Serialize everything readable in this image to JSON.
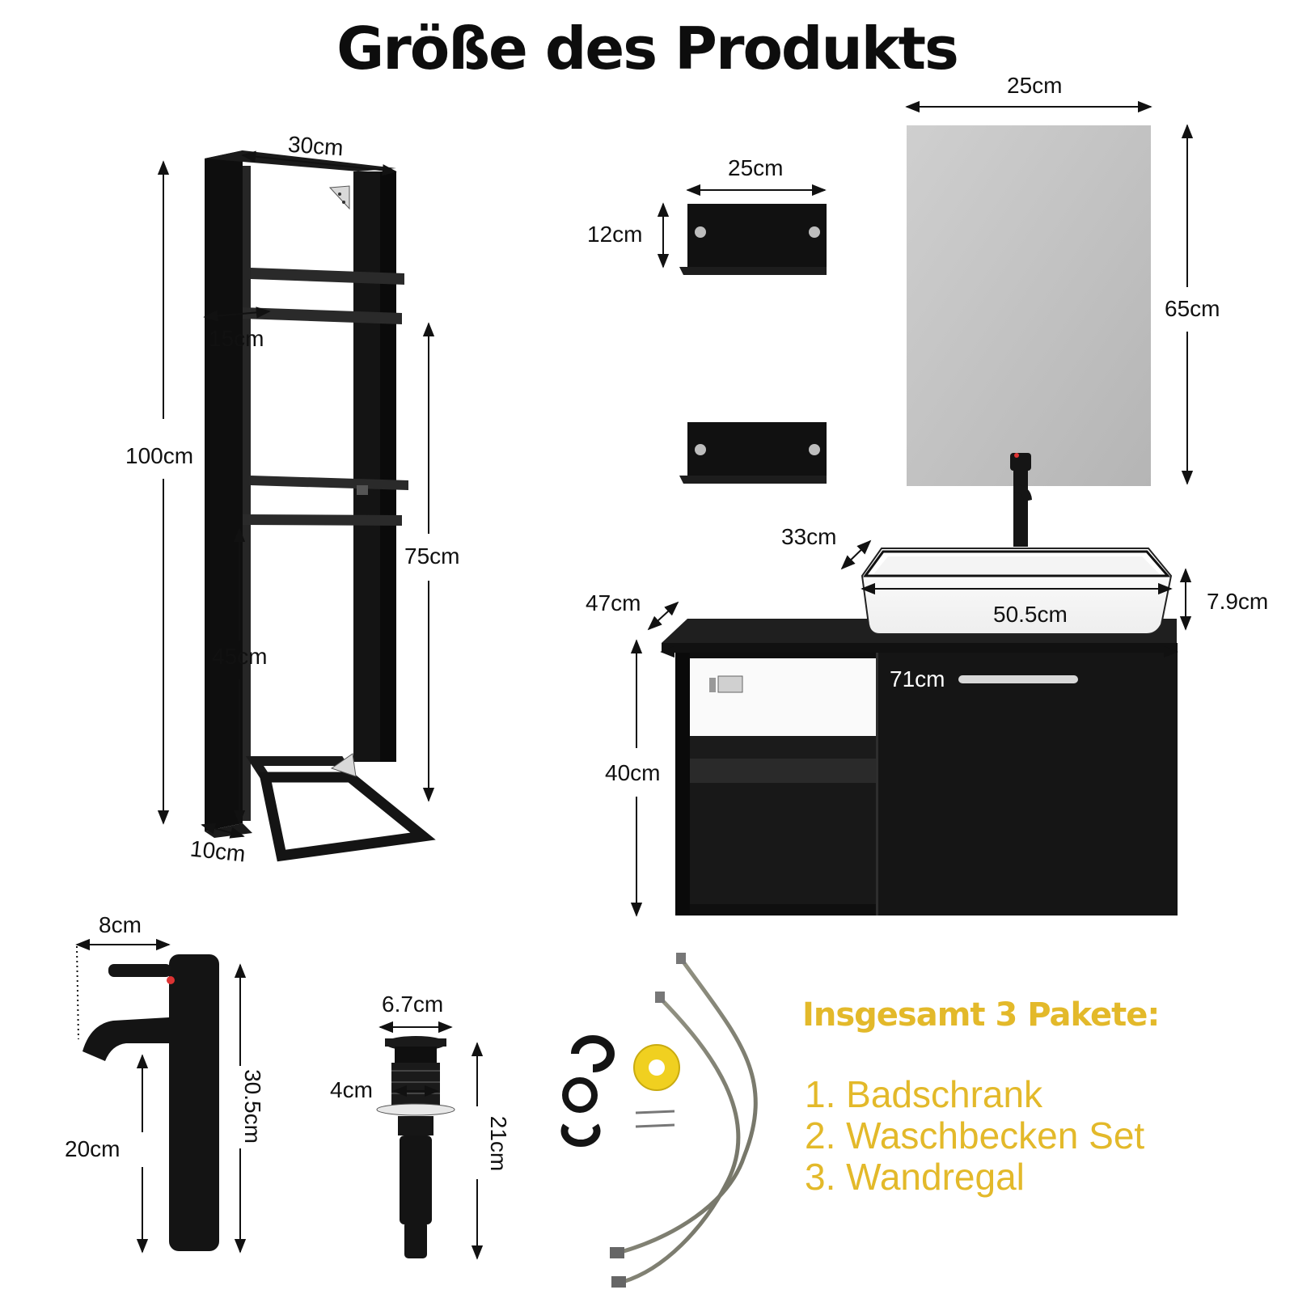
{
  "title": "Größe des Produkts",
  "dimensions": {
    "shelf_width": "30cm",
    "shelf_height": "100cm",
    "shelf_depth_top": "15cm",
    "shelf_section": "75cm",
    "shelf_lower": "45cm",
    "shelf_depth_bottom": "10cm",
    "wall_shelf_width": "25cm",
    "wall_shelf_height": "12cm",
    "mirror_width": "25cm",
    "mirror_height": "65cm",
    "basin_depth": "33cm",
    "basin_width": "50.5cm",
    "basin_height": "7.9cm",
    "cabinet_depth": "47cm",
    "cabinet_width": "71cm",
    "cabinet_height": "40cm",
    "faucet_width": "8cm",
    "faucet_spout": "20cm",
    "faucet_height": "30.5cm",
    "drain_top": "6.7cm",
    "drain_pipe": "4cm",
    "drain_height": "21cm"
  },
  "packages": {
    "title": "Insgesamt 3 Pakete:",
    "items": [
      "1. Badschrank",
      "2. Waschbecken Set",
      "3. Wandregal"
    ]
  },
  "colors": {
    "accent": "#e3b92a",
    "product": "#161616",
    "mirror": "#c4c4c4"
  }
}
